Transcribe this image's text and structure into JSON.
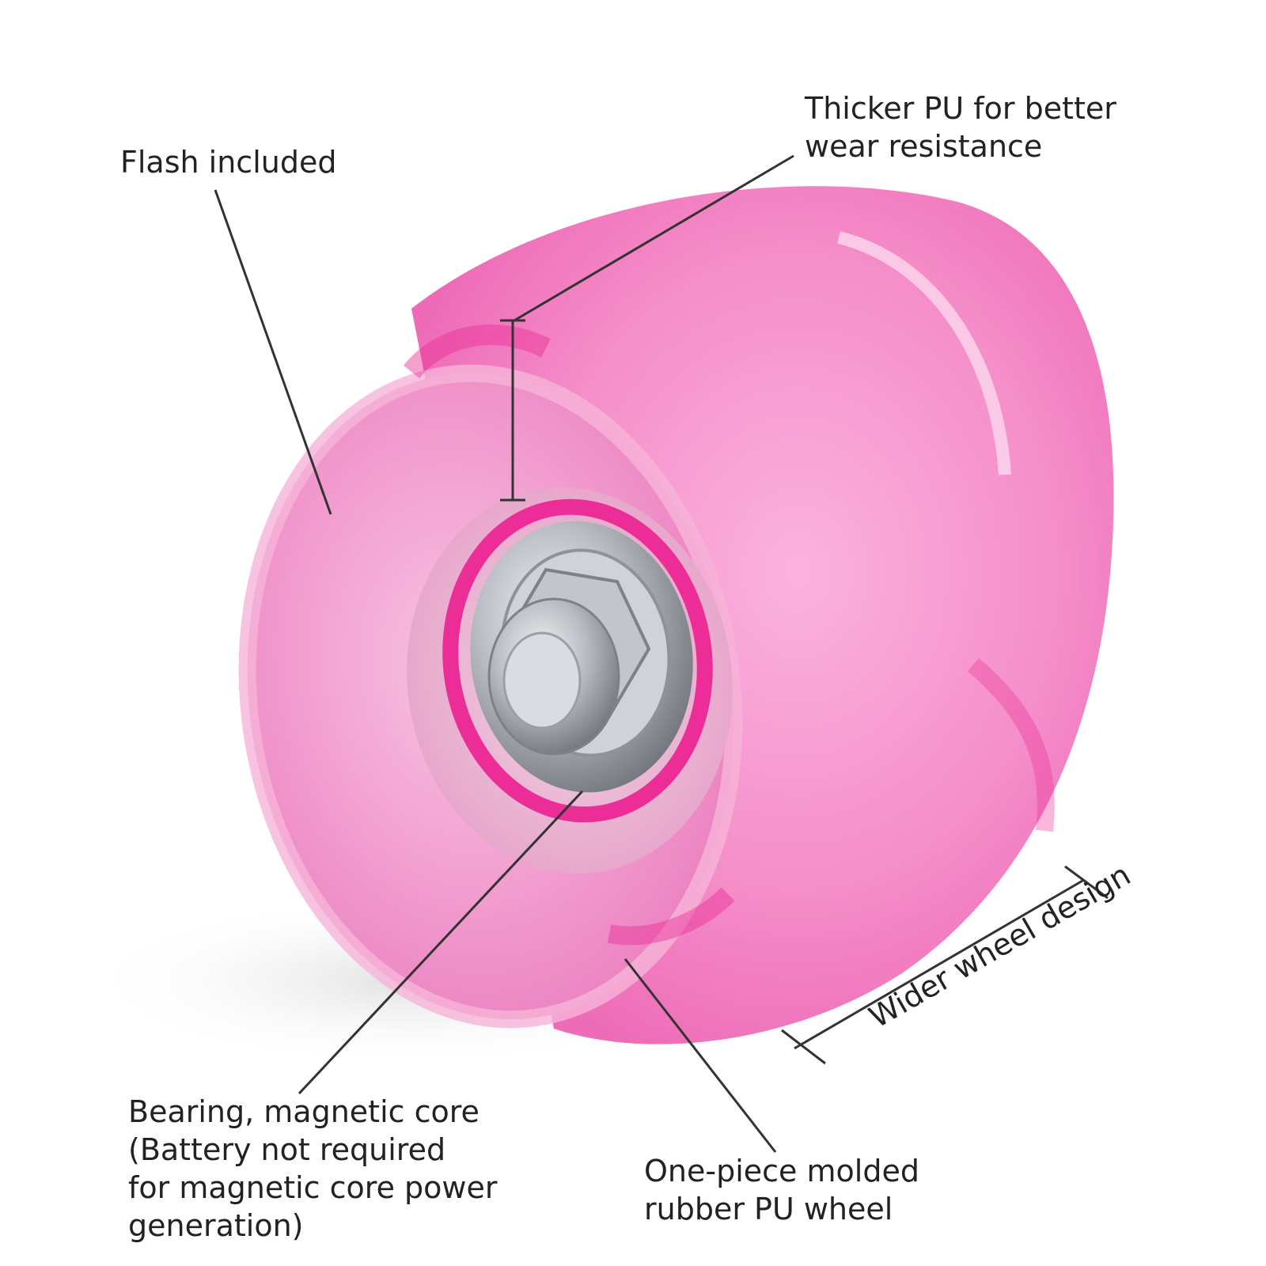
{
  "labels": {
    "flash": "Flash included",
    "thicker": {
      "line1": "Thicker PU for better",
      "line2": "wear resistance"
    },
    "bearing": {
      "line1": "Bearing, magnetic core",
      "line2": "(Battery not required",
      "line3": "for magnetic core power",
      "line4": "generation)"
    },
    "onepiece": {
      "line1": "One-piece molded",
      "line2": "rubber PU wheel"
    },
    "wider": "Wider wheel design"
  },
  "colors": {
    "background": "#ffffff",
    "wheel_pink": "#f48ac6",
    "wheel_hot_pink": "#ec2d97",
    "metal": "#b9bcc2",
    "text": "#222222",
    "leader_line": "#333333"
  }
}
